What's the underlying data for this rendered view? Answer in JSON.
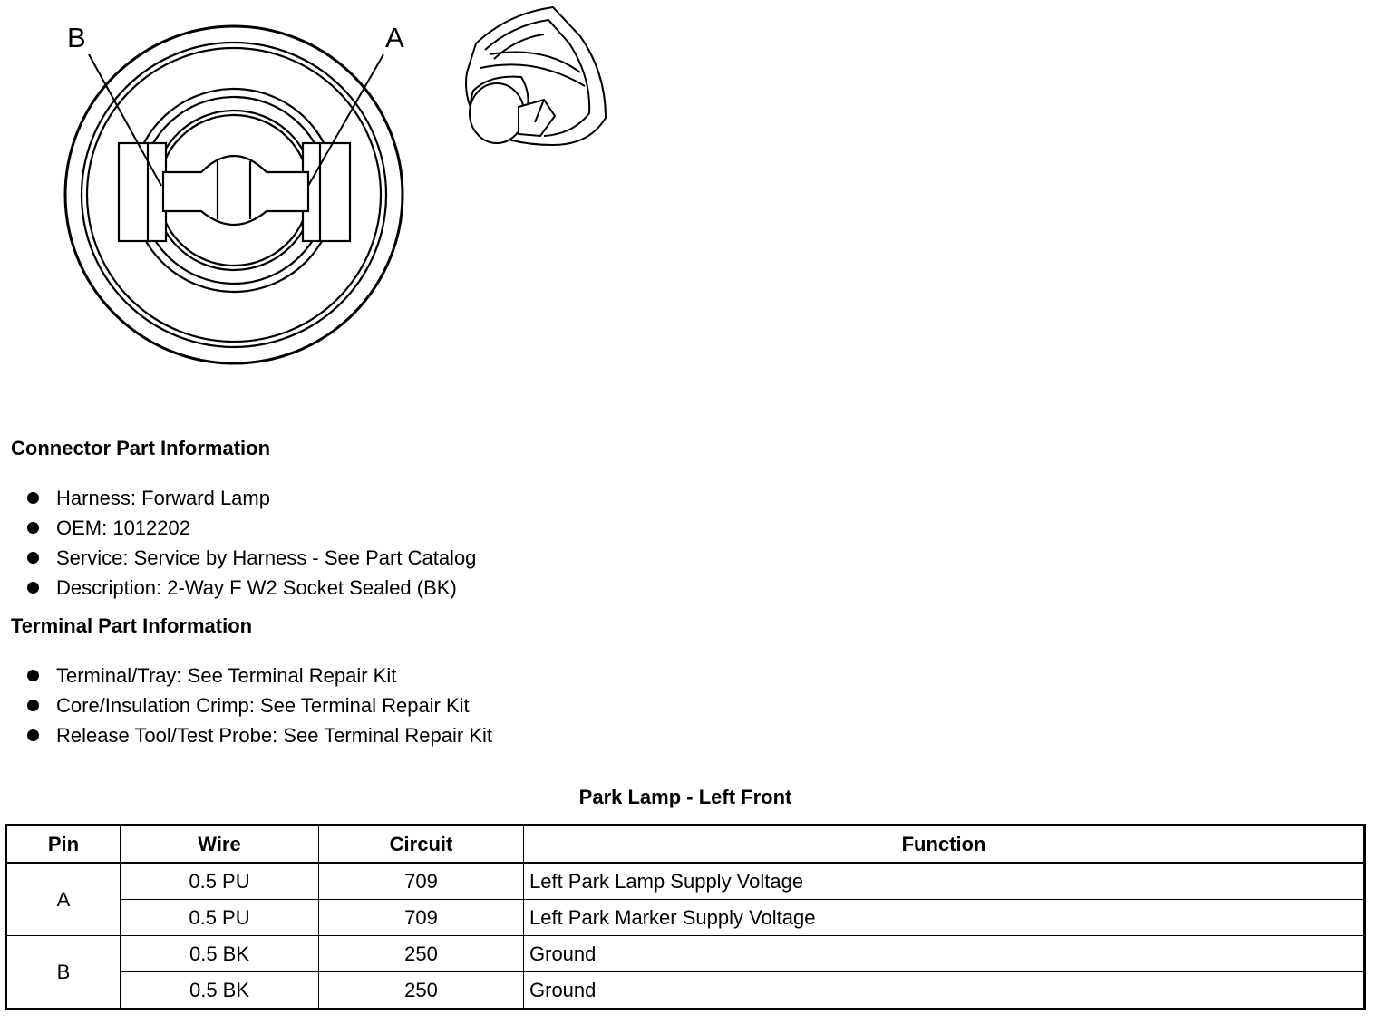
{
  "diagram": {
    "callout_b": "B",
    "callout_a": "A"
  },
  "connector_section": {
    "title": "Connector Part Information",
    "items": [
      "Harness: Forward Lamp",
      "OEM: 1012202",
      "Service: Service by Harness - See Part Catalog",
      "Description: 2-Way F W2 Socket Sealed (BK)"
    ]
  },
  "terminal_section": {
    "title": "Terminal Part Information",
    "items": [
      "Terminal/Tray: See Terminal Repair Kit",
      "Core/Insulation Crimp: See Terminal Repair Kit",
      "Release Tool/Test Probe: See Terminal Repair Kit"
    ]
  },
  "table": {
    "title": "Park Lamp - Left Front",
    "headers": [
      "Pin",
      "Wire",
      "Circuit",
      "Function"
    ],
    "groups": [
      {
        "pin": "A",
        "rows": [
          {
            "wire": "0.5 PU",
            "circuit": "709",
            "function": "Left Park Lamp Supply Voltage"
          },
          {
            "wire": "0.5 PU",
            "circuit": "709",
            "function": "Left Park Marker Supply Voltage"
          }
        ]
      },
      {
        "pin": "B",
        "rows": [
          {
            "wire": "0.5 BK",
            "circuit": "250",
            "function": "Ground"
          },
          {
            "wire": "0.5 BK",
            "circuit": "250",
            "function": "Ground"
          }
        ]
      }
    ]
  }
}
